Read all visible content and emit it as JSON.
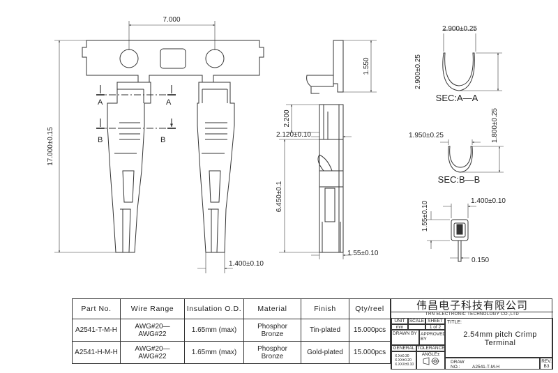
{
  "dims": {
    "pitch": "7.000",
    "total_length": "17.000±0.15",
    "front_width": "1.400±0.10",
    "top_offset": "1.550",
    "insulation_len": "2.200",
    "side_gap": "2.120±0.10",
    "contact_len": "6.450±0.1",
    "thickness": "1.55±0.10",
    "sec_aa_width": "2.900±0.25",
    "sec_aa_height": "2.900±0.25",
    "sec_bb_width": "1.950±0.25",
    "sec_bb_height": "1.800±0.25",
    "end_view_height": "1.55±0.10",
    "end_view_width": "1.400±0.10",
    "end_view_pin": "0.150"
  },
  "section_marks": {
    "a": "A",
    "b": "B"
  },
  "section_labels": {
    "aa": "SEC:A—A",
    "bb": "SEC:B—B"
  },
  "table": {
    "headers": [
      "Part No.",
      "Wire Range",
      "Insulation O.D.",
      "Material",
      "Finish",
      "Qty/reel"
    ],
    "rows": [
      [
        "A2541-T-M-H",
        "AWG#20—AWG#22",
        "1.65mm (max)",
        "Phosphor Bronze",
        "Tin-plated",
        "15.000pcs"
      ],
      [
        "A2541-H-M-H",
        "AWG#20—AWG#22",
        "1.65mm (max)",
        "Phosphor Bronze",
        "Gold-plated",
        "15.000pcs"
      ]
    ]
  },
  "title_block": {
    "company_cn": "伟昌电子科技有限公司",
    "company_en": "TRN ELECTRONIC TECHNOLOGY CO.,LTD",
    "unit_label": "UNIT",
    "unit_value": "mm",
    "scale_label": "SCALE",
    "sheet_label": "SHEET",
    "sheet_value": "1 of 2",
    "title_label": "TITLE:",
    "title": "2.54mm pitch Crimp Terminal",
    "drawn_by": "DRAWN BY",
    "approved_by": "APPROVED BY",
    "general": "GENERAL",
    "tolerance": "TOLERANCE",
    "tol_1": "X.X±0.30",
    "tol_2": "X.XX±0.20",
    "tol_3": "X.XXX±0.10",
    "angle": "ANGLE±",
    "draw_label": "DRAW",
    "no_label": "NO.:",
    "draw_no": "A2541-T-M-H",
    "rev_label": "REV.",
    "rev_value": "B3"
  }
}
